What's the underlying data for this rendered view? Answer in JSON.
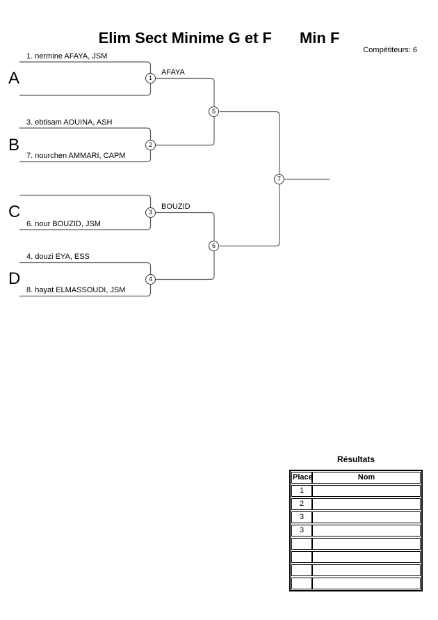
{
  "header": {
    "title": "Elim Sect Minime G et F",
    "category": "Min F",
    "competitors_label": "Compétiteurs: 6"
  },
  "bracket": {
    "sections": [
      {
        "letter": "A",
        "top_player": "1. nermine AFAYA, JSM",
        "bottom_player": "",
        "match_number": "1",
        "winner": "AFAYA"
      },
      {
        "letter": "B",
        "top_player": "3. ebtisam AOUINA, ASH",
        "bottom_player": "7. nourchen AMMARI, CAPM",
        "match_number": "2",
        "winner": ""
      },
      {
        "letter": "C",
        "top_player": "",
        "bottom_player": "6. nour BOUZID, JSM",
        "match_number": "3",
        "winner": "BOUZID"
      },
      {
        "letter": "D",
        "top_player": "4. douzi EYA, ESS",
        "bottom_player": "8. hayat ELMASSOUDI, JSM",
        "match_number": "4",
        "winner": ""
      }
    ],
    "semifinal_matches": [
      "5",
      "6"
    ],
    "final_match": "7"
  },
  "results": {
    "title": "Résultats",
    "columns": [
      "Place",
      "Nom"
    ],
    "rows": [
      {
        "place": "1",
        "nom": ""
      },
      {
        "place": "2",
        "nom": ""
      },
      {
        "place": "3",
        "nom": ""
      },
      {
        "place": "3",
        "nom": ""
      },
      {
        "place": "",
        "nom": ""
      },
      {
        "place": "",
        "nom": ""
      },
      {
        "place": "",
        "nom": ""
      },
      {
        "place": "",
        "nom": ""
      }
    ]
  }
}
